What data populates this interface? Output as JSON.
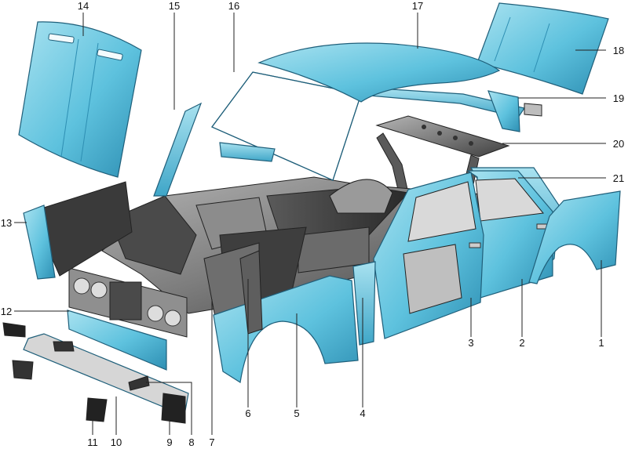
{
  "colors": {
    "panel": "#5ec2de",
    "panel_light": "#a9e2f0",
    "panel_dark": "#2e8fb3",
    "floor": "#7d7d7d",
    "floor_dark": "#3e3e3e",
    "floor_light": "#b4b4b4",
    "outline": "#1f5f7a",
    "leader": "#222222"
  },
  "callouts": [
    {
      "id": "1",
      "text": "1"
    },
    {
      "id": "2",
      "text": "2"
    },
    {
      "id": "3",
      "text": "3"
    },
    {
      "id": "4",
      "text": "4"
    },
    {
      "id": "5",
      "text": "5"
    },
    {
      "id": "6",
      "text": "6"
    },
    {
      "id": "7",
      "text": "7"
    },
    {
      "id": "8",
      "text": "8"
    },
    {
      "id": "9",
      "text": "9"
    },
    {
      "id": "10",
      "text": "10"
    },
    {
      "id": "11",
      "text": "11"
    },
    {
      "id": "12",
      "text": "12"
    },
    {
      "id": "13",
      "text": "13"
    },
    {
      "id": "14",
      "text": "14"
    },
    {
      "id": "15",
      "text": "15"
    },
    {
      "id": "16",
      "text": "16"
    },
    {
      "id": "17",
      "text": "17"
    },
    {
      "id": "18",
      "text": "18"
    },
    {
      "id": "19",
      "text": "19"
    },
    {
      "id": "20",
      "text": "20"
    },
    {
      "id": "21",
      "text": "21"
    }
  ]
}
